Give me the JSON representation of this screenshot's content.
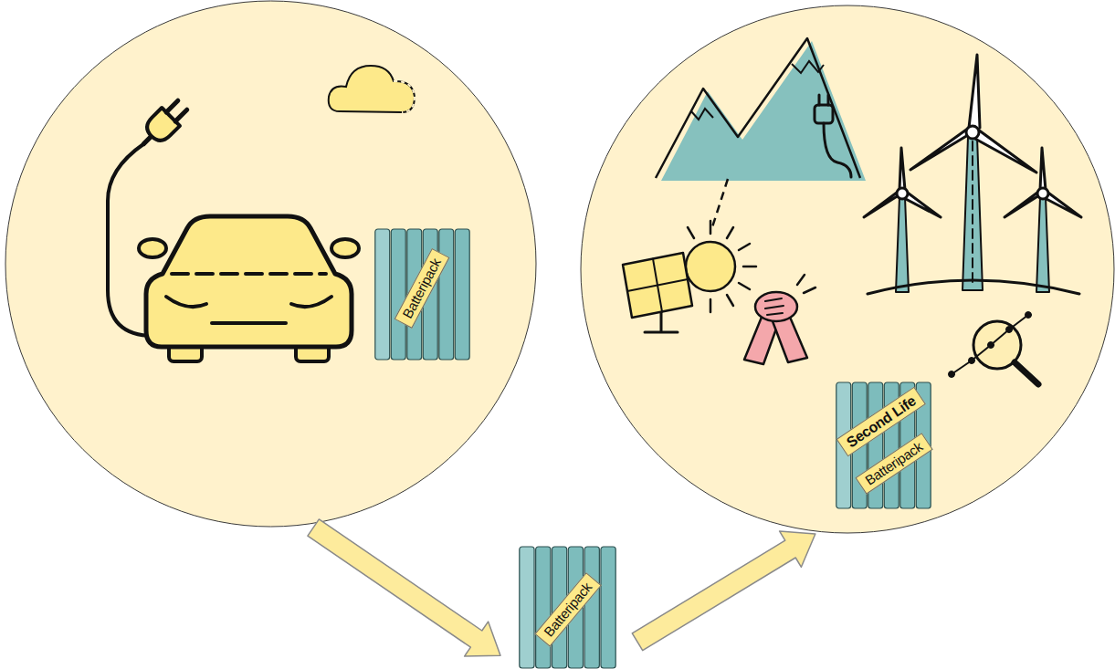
{
  "diagram": {
    "nodes": [
      {
        "text": []
      },
      {
        "text": [
          "Batteripack"
        ],
        "in": 0
      },
      {
        "text": [
          "Batteripack"
        ]
      },
      {
        "text": []
      },
      {
        "text": [
          "Second Life",
          "Batteripack"
        ],
        "in": 3
      }
    ],
    "edges": [
      {
        "from": 0,
        "to": 2,
        "arrow": "to"
      },
      {
        "from": 2,
        "to": 3,
        "arrow": "to"
      }
    ]
  }
}
